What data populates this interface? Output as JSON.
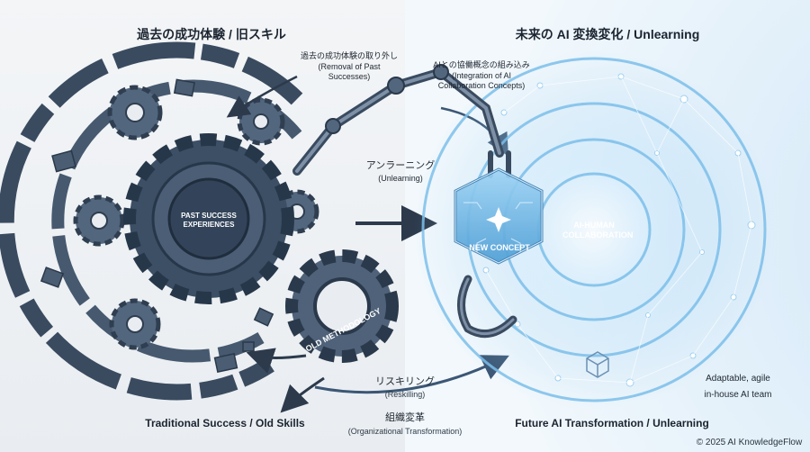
{
  "headings": {
    "left": "過去の成功体験 / 旧スキル",
    "right": "未来の AI 変換変化 / Unlearning"
  },
  "labels": {
    "removal_jp": "過去の成功体験の取り外し",
    "removal_en": "(Removal of Past Successes)",
    "integration_jp": "AIとの協働概念の組み込み",
    "integration_en": "(Integration of AI Collaboration Concepts)",
    "unlearning_jp": "アンラーニング",
    "unlearning_en": "(Unlearning)",
    "reskilling_jp": "リスキリング",
    "reskilling_en": "(Reskilling)",
    "org_jp": "組織変革",
    "org_en": "(Organizational Transformation)",
    "past_success": "PAST SUCCESS EXPERIENCES",
    "old_method": "OLD METHODOLOGY",
    "new_concept": "NEW CONCEPT",
    "ai_human": "AI-HUMAN COLLABORATION",
    "team_line1": "Adaptable, agile",
    "team_line2": "in-house AI team"
  },
  "footers": {
    "left": "Traditional Success / Old Skills",
    "right": "Future AI Transformation / Unlearning"
  },
  "copyright": "© 2025 AI KnowledgeFlow",
  "colors": {
    "gear_dark": "#3a4b60",
    "gear_mid": "#52667d",
    "glow_blue": "#6fb6ea",
    "network_white": "#ffffff",
    "arrow_dark": "#2c3a4c"
  }
}
